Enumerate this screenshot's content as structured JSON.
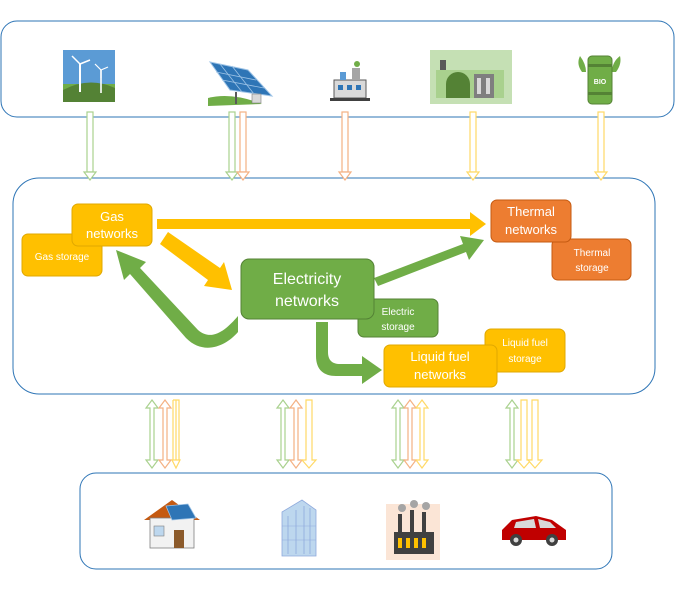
{
  "nodes": {
    "gas_networks": {
      "line1": "Gas",
      "line2": "networks"
    },
    "gas_storage": {
      "label": "Gas storage"
    },
    "electricity_networks": {
      "line1": "Electricity",
      "line2": "networks"
    },
    "electric_storage": {
      "line1": "Electric",
      "line2": "storage"
    },
    "thermal_networks": {
      "line1": "Thermal",
      "line2": "networks"
    },
    "thermal_storage": {
      "line1": "Thermal",
      "line2": "storage"
    },
    "liquid_fuel_networks": {
      "line1": "Liquid fuel",
      "line2": "networks"
    },
    "liquid_fuel_storage": {
      "line1": "Liquid fuel",
      "line2": "storage"
    }
  },
  "icons": {
    "sources": [
      "wind-turbine-icon",
      "solar-panel-icon",
      "power-plant-icon",
      "biogas-plant-icon",
      "biofuel-barrel-icon"
    ],
    "consumers": [
      "house-icon",
      "office-building-icon",
      "factory-icon",
      "car-icon"
    ],
    "bio_text": "BIO"
  },
  "colors": {
    "yellow": "#FFC000",
    "yellow_dark": "#E0A800",
    "orange": "#ED7D31",
    "green": "#70AD47",
    "green_dark": "#548235",
    "panel_border": "#2E75B6",
    "arrow_green": "#A9D18E",
    "arrow_orange": "#F4B183",
    "arrow_yellow": "#FFD966"
  }
}
